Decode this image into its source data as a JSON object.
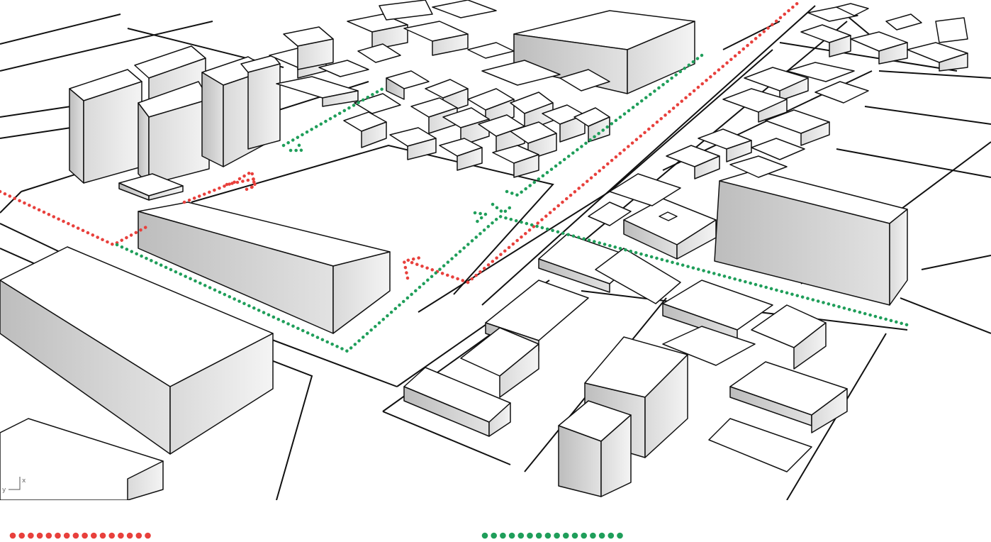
{
  "diagram": {
    "type": "urban-massing-circulation",
    "routes": [
      {
        "id": "red",
        "color": "#e8403c",
        "style": "dotted"
      },
      {
        "id": "green",
        "color": "#1f9e5a",
        "style": "dotted"
      }
    ],
    "axis_indicator": {
      "x_label": "x",
      "y_label": "y"
    }
  },
  "legend": {
    "items": [
      {
        "route": "red",
        "color": "#e8403c",
        "dot_count": 16
      },
      {
        "route": "green",
        "color": "#1f9e5a",
        "dot_count": 16
      }
    ]
  }
}
